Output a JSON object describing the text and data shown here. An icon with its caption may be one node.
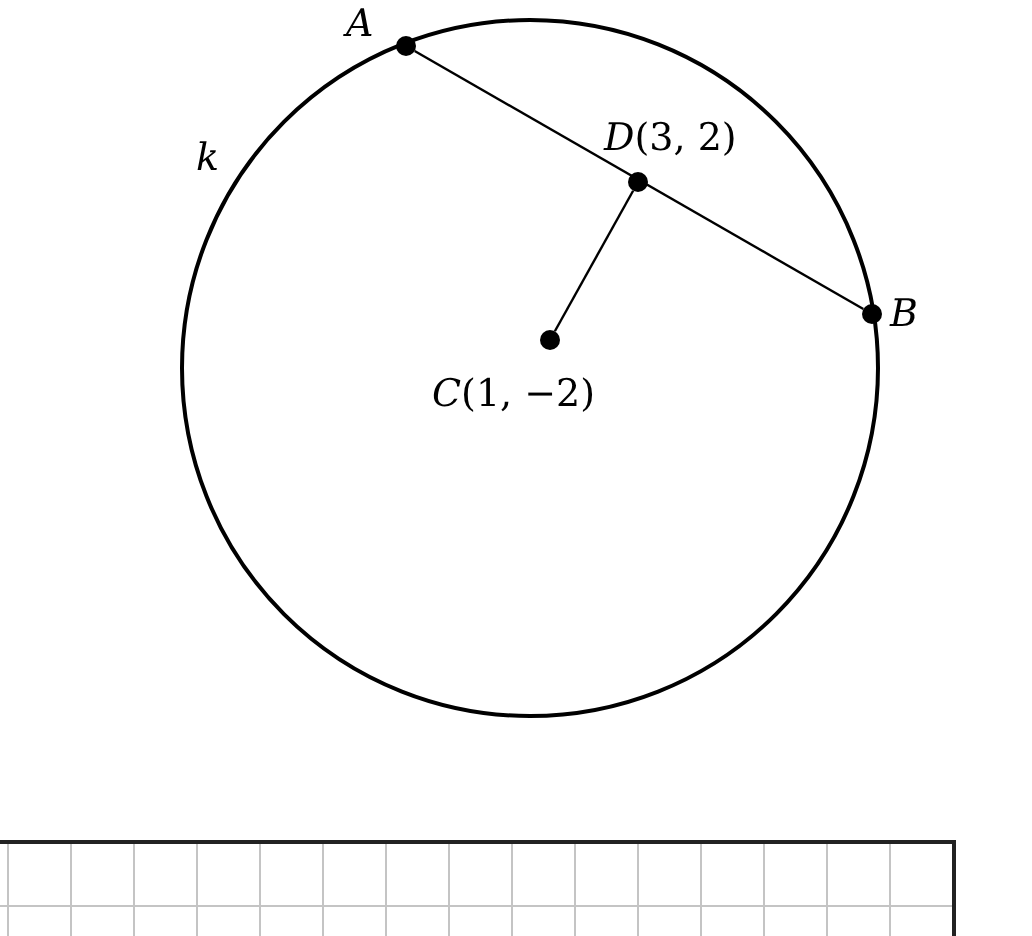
{
  "diagram": {
    "nodes": [
      {
        "text": [
          "A"
        ]
      },
      {
        "text": [
          "*D*(3, 2)"
        ]
      },
      {
        "text": [
          "B"
        ]
      },
      {
        "text": [
          "*C*(1, −2)"
        ]
      }
    ],
    "edges": [
      {
        "from": 0,
        "to": 2,
        "arrow": "none"
      },
      {
        "from": 3,
        "to": 1,
        "arrow": "none"
      }
    ],
    "labels": [
      "k"
    ]
  }
}
